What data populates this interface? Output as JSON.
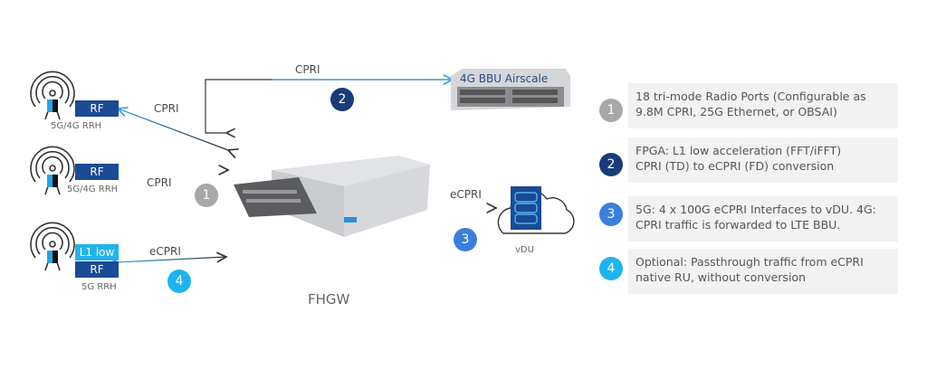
{
  "colors": {
    "rf_box": "#1b4a96",
    "l1_box": "#22b3ee",
    "badge_1": "#a8a8a8",
    "badge_2": "#173c78",
    "badge_3": "#3a7fdc",
    "badge_4": "#1cb4f0",
    "arrow_blue": "#3aa0e0",
    "arrow_dark": "#333333",
    "panel_bg": "#f2f2f3"
  },
  "radios": [
    {
      "name": "rrh-1",
      "boxes": [
        "RF"
      ],
      "caption": "5G/4G RRH"
    },
    {
      "name": "rrh-2",
      "boxes": [
        "RF"
      ],
      "caption": "5G/4G RRH"
    },
    {
      "name": "rrh-3",
      "boxes": [
        "L1 low",
        "RF"
      ],
      "caption": "5G RRH"
    }
  ],
  "links": {
    "rrh1_fhgw": "CPRI",
    "rrh2_fhgw": "CPRI",
    "rrh3_fhgw": "eCPRI",
    "fhgw_bbu": "CPRI",
    "fhgw_vdu": "eCPRI"
  },
  "nodes": {
    "bbu_label": "4G BBU Airscale",
    "fhgw_label": "FHGW",
    "vdu_label": "vDU"
  },
  "badges": [
    "1",
    "2",
    "3",
    "4"
  ],
  "legend": [
    {
      "num": "1",
      "lines": [
        "18 tri-mode Radio Ports  (Configurable as",
        "9.8M CPRI, 25G Ethernet, or OBSAI)"
      ]
    },
    {
      "num": "2",
      "lines": [
        "FPGA: L1 low acceleration (FFT/iFFT)",
        "CPRI (TD) to eCPRI (FD) conversion"
      ]
    },
    {
      "num": "3",
      "lines": [
        "5G: 4 x 100G eCPRI Interfaces to vDU. 4G:",
        "CPRI traffic is forwarded to LTE BBU."
      ]
    },
    {
      "num": "4",
      "lines": [
        "Optional: Passthrough traffic from eCPRI",
        "native RU, without conversion"
      ]
    }
  ]
}
